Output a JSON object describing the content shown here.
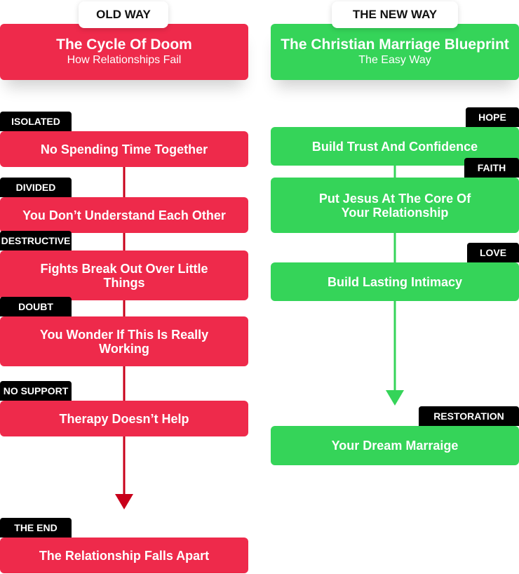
{
  "old_way": {
    "tab": "OLD WAY",
    "title": "The Cycle Of Doom",
    "subtitle": "How Relationships Fail",
    "steps": [
      {
        "label": "ISOLATED",
        "text": "No Spending Time Together"
      },
      {
        "label": "DIVIDED",
        "text": "You Don’t Understand Each Other"
      },
      {
        "label": "DESTRUCTIVE",
        "text": "Fights Break Out Over Little Things"
      },
      {
        "label": "DOUBT",
        "text": "You Wonder If This Is Really Working"
      },
      {
        "label": "NO SUPPORT",
        "text": "Therapy Doesn’t Help"
      },
      {
        "label": "THE END",
        "text": "The Relationship Falls Apart"
      }
    ]
  },
  "new_way": {
    "tab": "THE NEW WAY",
    "title": "The Christian Marriage Blueprint",
    "subtitle": "The Easy Way",
    "steps": [
      {
        "label": "HOPE",
        "text": "Build Trust And Confidence"
      },
      {
        "label": "FAITH",
        "text": "Put Jesus At The Core Of Your Relationship"
      },
      {
        "label": "LOVE",
        "text": "Build Lasting Intimacy"
      },
      {
        "label": "RESTORATION",
        "text": "Your Dream Marraige"
      }
    ]
  },
  "colors": {
    "old": "#ee2a4b",
    "new": "#35d459",
    "old_arrow": "#c8001a",
    "new_arrow": "#35d459"
  }
}
